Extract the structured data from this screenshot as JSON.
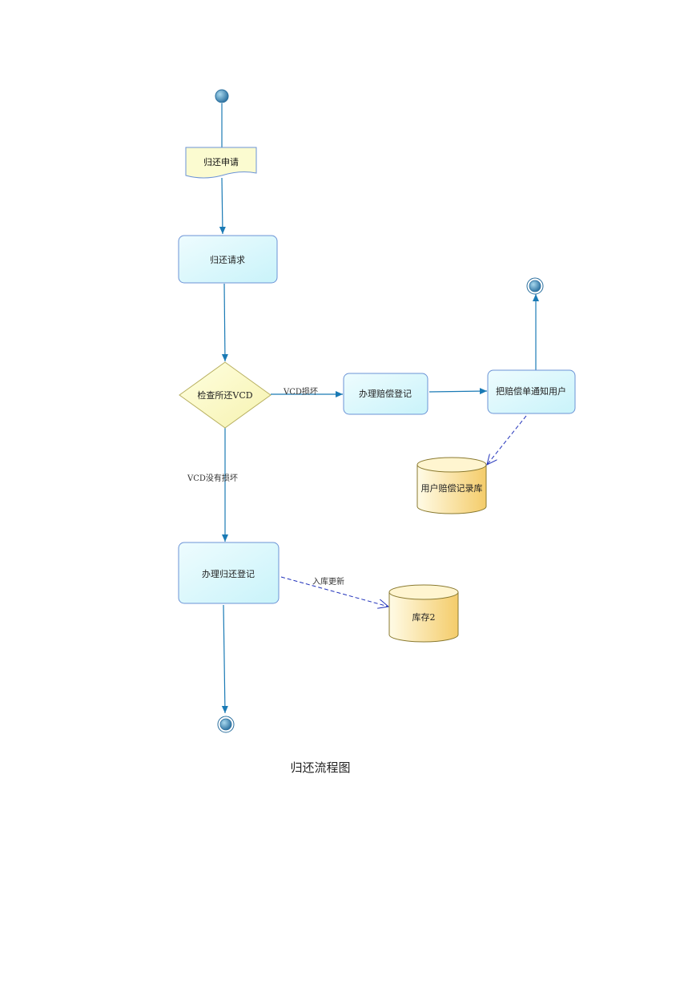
{
  "nodes": {
    "return_application": "归还申请",
    "return_request": "归还请求",
    "check_vcd": "检查所还VCD",
    "compensation_registration": "办理赔偿登记",
    "notify_user": "把赔偿单通知用户",
    "compensation_db": "用户赔偿记录库",
    "return_registration": "办理归还登记",
    "inventory": "库存2"
  },
  "edges": {
    "vcd_damaged": "VCD损坏",
    "vcd_not_damaged": "VCD没有损坏",
    "stock_update": "入库更新"
  },
  "caption": "归还流程图",
  "colors": {
    "flow": "#1a7ab5",
    "dashed": "#2233bb",
    "activity_fill": "#d2f6fb",
    "activity_stroke": "#6b93d6",
    "decision_fill": "#fdfdc8",
    "decision_stroke": "#b8b060",
    "db_fill": "#f7d98c",
    "db_stroke": "#8a7a30",
    "doc_fill": "#fbfbd0"
  }
}
